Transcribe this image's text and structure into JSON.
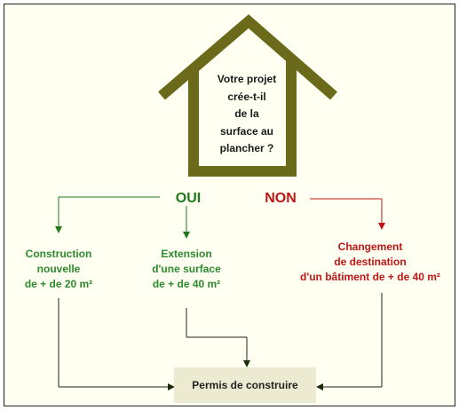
{
  "question": {
    "line1": "Votre projet",
    "line2": "crée-t-il",
    "line3": "de la",
    "line4": "surface au",
    "line5": "plancher ?"
  },
  "answers": {
    "yes": "OUI",
    "no": "NON"
  },
  "branches": {
    "construction": [
      "Construction",
      "nouvelle",
      "de  + de 20 m²"
    ],
    "extension": [
      "Extension",
      "d'une surface",
      "de  + de 40 m²"
    ],
    "changement": [
      "Changement",
      "de destination",
      "d'un bâtiment de + de 40 m²"
    ]
  },
  "result": "Permis de construire",
  "colors": {
    "house": "#6b6a1a",
    "yes": "#1f7a1f",
    "no": "#c11515",
    "result_bg": "#ecebd1",
    "frame_bg": "#fffff2"
  }
}
